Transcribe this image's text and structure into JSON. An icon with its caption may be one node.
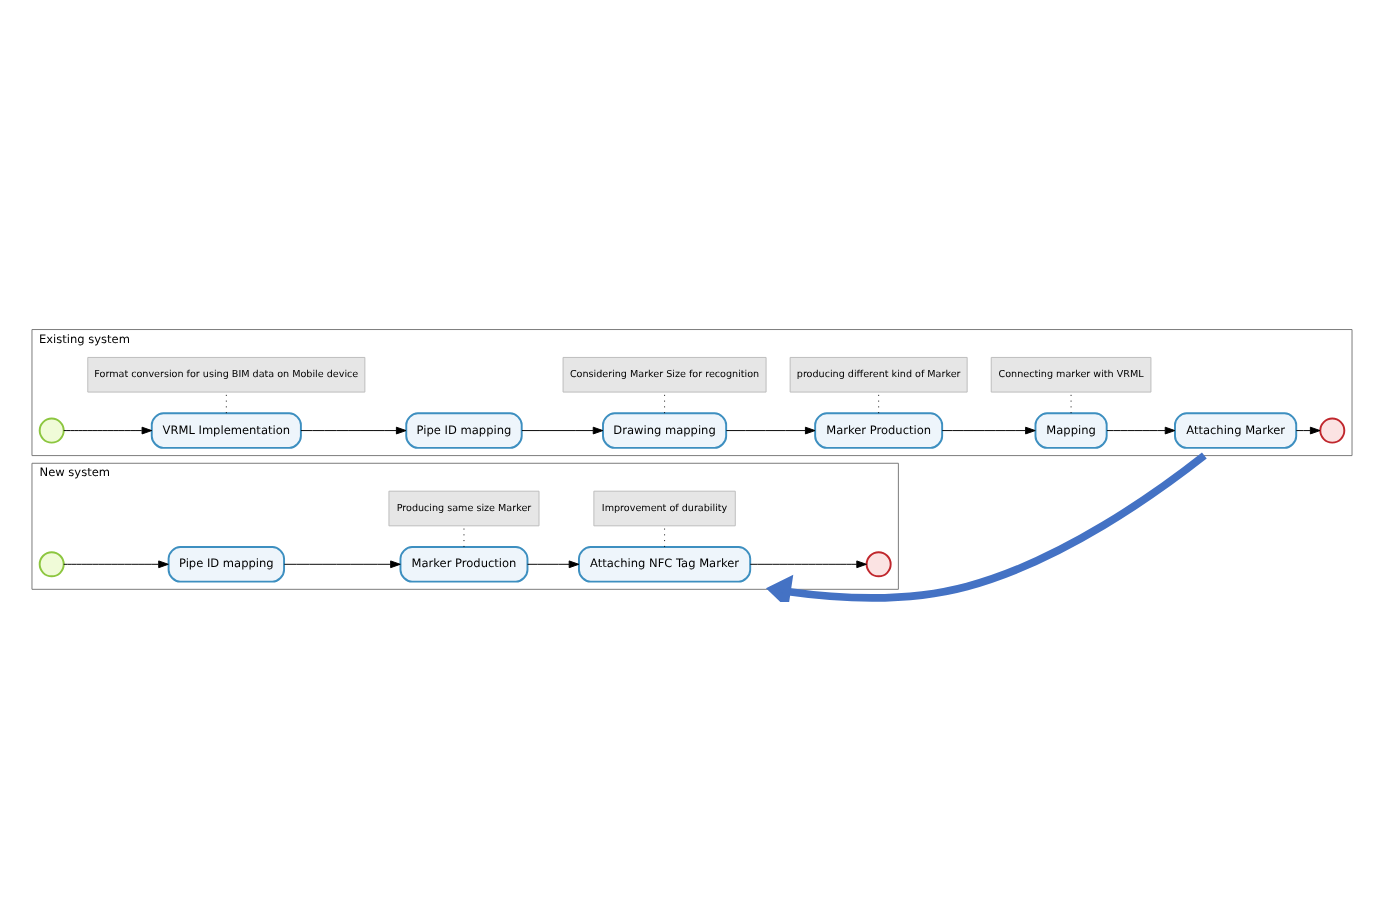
{
  "diagram": {
    "nodes": [
      {
        "text": [
          "Existing system"
        ]
      },
      {
        "text": [],
        "shape": "circle",
        "in": 0
      },
      {
        "text": [
          "VRML Implementation"
        ],
        "in": 0
      },
      {
        "text": [
          "Pipe ID mapping"
        ],
        "in": 0
      },
      {
        "text": [
          "Drawing mapping"
        ],
        "in": 0
      },
      {
        "text": [
          "Marker Production"
        ],
        "in": 0
      },
      {
        "text": [
          "Mapping"
        ],
        "in": 0
      },
      {
        "text": [
          "Attaching Marker"
        ],
        "in": 0
      },
      {
        "text": [],
        "shape": "circle",
        "in": 0
      },
      {
        "text": [
          "Format conversion for using BIM data on Mobile device"
        ],
        "in": 0
      },
      {
        "text": [
          "Considering Marker Size for recognition"
        ],
        "in": 0
      },
      {
        "text": [
          "producing different kind of Marker"
        ],
        "in": 0
      },
      {
        "text": [
          "Connecting marker with VRML"
        ],
        "in": 0
      },
      {
        "text": [
          "New system"
        ]
      },
      {
        "text": [],
        "shape": "circle",
        "in": 13
      },
      {
        "text": [
          "Pipe ID mapping"
        ],
        "in": 13
      },
      {
        "text": [
          "Marker Production"
        ],
        "in": 13
      },
      {
        "text": [
          "Attaching NFC Tag Marker"
        ],
        "in": 13
      },
      {
        "text": [],
        "shape": "circle",
        "in": 13
      },
      {
        "text": [
          "Producing same size Marker"
        ],
        "in": 13
      },
      {
        "text": [
          "Improvement of durability"
        ],
        "in": 13
      }
    ],
    "edges": [
      {
        "from": 1,
        "to": 2,
        "arrow": "to"
      },
      {
        "from": 2,
        "to": 3,
        "arrow": "to"
      },
      {
        "from": 3,
        "to": 4,
        "arrow": "to"
      },
      {
        "from": 4,
        "to": 5,
        "arrow": "to"
      },
      {
        "from": 5,
        "to": 6,
        "arrow": "to"
      },
      {
        "from": 6,
        "to": 7,
        "arrow": "to"
      },
      {
        "from": 7,
        "to": 8,
        "arrow": "to"
      },
      {
        "from": 2,
        "to": 9,
        "arrow": "none",
        "style": "dashed"
      },
      {
        "from": 4,
        "to": 10,
        "arrow": "none",
        "style": "dashed"
      },
      {
        "from": 5,
        "to": 11,
        "arrow": "none",
        "style": "dashed"
      },
      {
        "from": 6,
        "to": 12,
        "arrow": "none",
        "style": "dashed"
      },
      {
        "from": 14,
        "to": 15,
        "arrow": "to"
      },
      {
        "from": 15,
        "to": 16,
        "arrow": "to"
      },
      {
        "from": 16,
        "to": 17,
        "arrow": "to"
      },
      {
        "from": 17,
        "to": 18,
        "arrow": "to"
      },
      {
        "from": 16,
        "to": 19,
        "arrow": "none",
        "style": "dashed"
      },
      {
        "from": 17,
        "to": 20,
        "arrow": "none",
        "style": "dashed"
      },
      {
        "from": 0,
        "to": 13,
        "arrow": "to",
        "style": "thick",
        "color": "#4472c4"
      }
    ]
  }
}
